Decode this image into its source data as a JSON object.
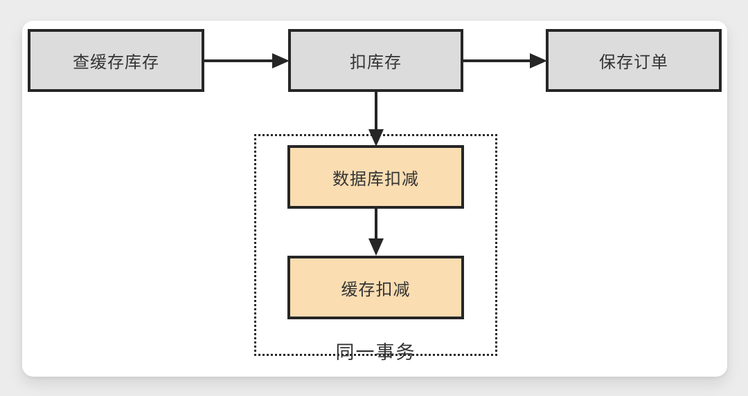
{
  "diagram": {
    "nodes": [
      {
        "id": "check-cache-stock",
        "label": "查缓存库存",
        "type": "process"
      },
      {
        "id": "deduct-stock",
        "label": "扣库存",
        "type": "process"
      },
      {
        "id": "save-order",
        "label": "保存订单",
        "type": "process"
      },
      {
        "id": "db-deduct",
        "label": "数据库扣减",
        "type": "highlight"
      },
      {
        "id": "cache-deduct",
        "label": "缓存扣减",
        "type": "highlight"
      }
    ],
    "edges": [
      {
        "from": "check-cache-stock",
        "to": "deduct-stock",
        "direction": "right"
      },
      {
        "from": "deduct-stock",
        "to": "save-order",
        "direction": "right"
      },
      {
        "from": "deduct-stock",
        "to": "db-deduct",
        "direction": "down"
      },
      {
        "from": "db-deduct",
        "to": "cache-deduct",
        "direction": "down"
      }
    ],
    "group": {
      "label": "同一事务"
    },
    "colors": {
      "process_fill": "#dcdcdc",
      "highlight_fill": "#fbddb2",
      "stroke": "#262626",
      "card_background": "#ffffff",
      "page_background": "#ececec",
      "text": "#333333"
    }
  }
}
